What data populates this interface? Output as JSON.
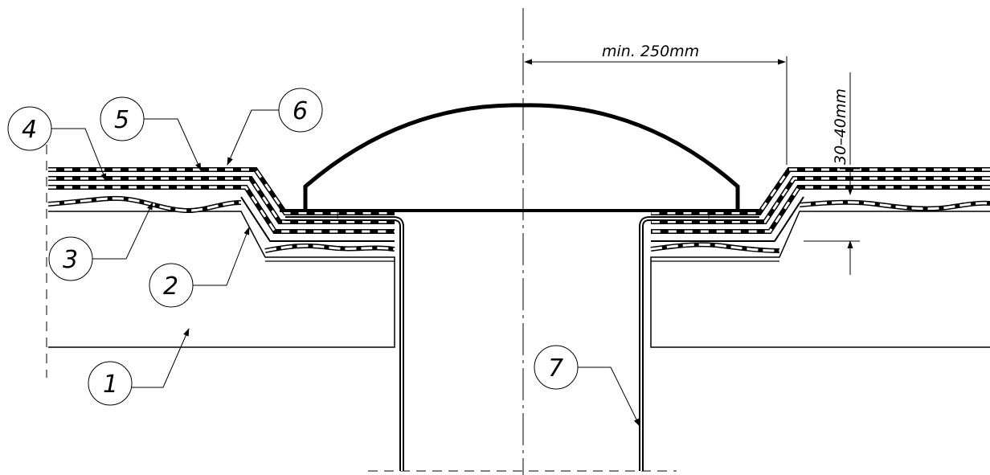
{
  "dimensions": {
    "horizontal": "min. 250mm",
    "vertical": "30–40mm"
  },
  "callouts": [
    {
      "number": "1"
    },
    {
      "number": "2"
    },
    {
      "number": "3"
    },
    {
      "number": "4"
    },
    {
      "number": "5"
    },
    {
      "number": "6"
    },
    {
      "number": "7"
    }
  ],
  "colors": {
    "line": "#000000",
    "background": "#ffffff",
    "layer_fill": "#ffffff"
  }
}
